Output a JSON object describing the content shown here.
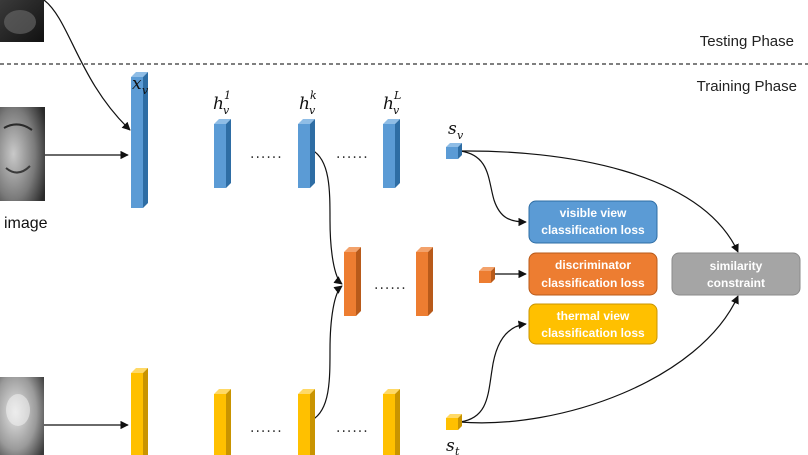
{
  "phases": {
    "testing": "Testing Phase",
    "training": "Training Phase"
  },
  "image_label": "image",
  "variables": {
    "x_v": {
      "base": "x",
      "sub": "v",
      "sup": ""
    },
    "h_v_1": {
      "base": "h",
      "sub": "v",
      "sup": "1"
    },
    "h_v_k": {
      "base": "h",
      "sub": "v",
      "sup": "k"
    },
    "h_v_L": {
      "base": "h",
      "sub": "v",
      "sup": "L"
    },
    "s_v": {
      "base": "s",
      "sub": "v",
      "sup": ""
    },
    "s_t": {
      "base": "s",
      "sub": "t",
      "sup": ""
    }
  },
  "dots": "......",
  "boxes": {
    "visible": {
      "line1": "visible view",
      "line2": "classification loss"
    },
    "discriminator": {
      "line1": "discriminator",
      "line2": "classification loss"
    },
    "thermal": {
      "line1": "thermal view",
      "line2": "classification loss"
    },
    "similarity": {
      "line1": "similarity",
      "line2": "constraint"
    }
  },
  "colors": {
    "visible_blue": "#5b9bd5",
    "visible_blue_dark": "#2e6da4",
    "discriminator_orange": "#ed7d31",
    "discriminator_orange_dark": "#b85a1a",
    "thermal_yellow": "#ffc000",
    "thermal_yellow_dark": "#c99400",
    "similarity_gray": "#a5a5a5"
  }
}
